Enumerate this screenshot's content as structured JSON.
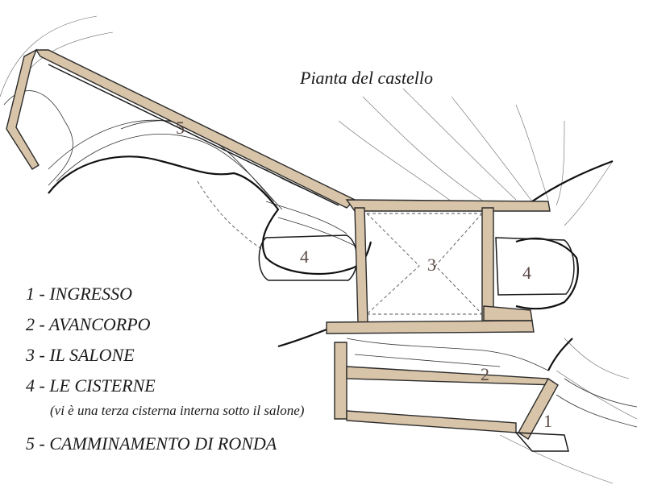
{
  "title": "Pianta del castello",
  "legend": [
    "1 - INGRESSO",
    "2 - AVANCORPO",
    "3 - IL SALONE",
    "4 - LE CISTERNE",
    "(vi è una terza cisterna interna sotto il salone)",
    "5 - CAMMINAMENTO DI RONDA"
  ],
  "plan_labels": {
    "l1": "1",
    "l2": "2",
    "l3": "3",
    "l4a": "4",
    "l4b": "4",
    "l5": "5"
  },
  "colors": {
    "wall_fill": "#d8c4a8",
    "label": "#5b4a45"
  }
}
